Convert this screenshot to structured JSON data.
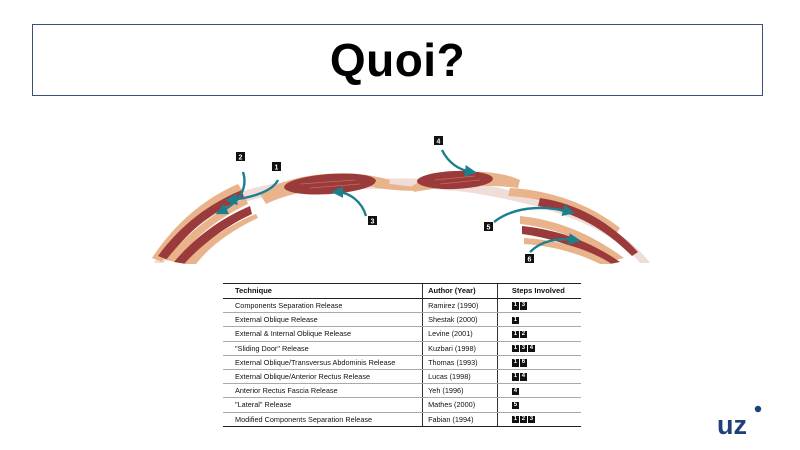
{
  "title": "Quoi?",
  "diagram": {
    "step_labels": [
      "1",
      "2",
      "3",
      "4",
      "5",
      "6"
    ],
    "colors": {
      "arrow": "#1c7f8e",
      "muscle": "#9b3a3a",
      "fascia": "#e9b48c",
      "shadow": "#f0d9d4"
    }
  },
  "table": {
    "headers": {
      "technique": "Technique",
      "author": "Author (Year)",
      "steps": "Steps Involved"
    },
    "rows": [
      {
        "technique": "Components Separation Release",
        "author": "Ramirez (1990)",
        "steps": [
          "1",
          "3"
        ]
      },
      {
        "technique": "External Oblique Release",
        "author": "Shestak (2000)",
        "steps": [
          "1"
        ]
      },
      {
        "technique": "External & Internal Oblique Release",
        "author": "Levine (2001)",
        "steps": [
          "1",
          "2"
        ]
      },
      {
        "technique": "\"Sliding Door\" Release",
        "author": "Kuzbari (1998)",
        "steps": [
          "1",
          "3",
          "4"
        ]
      },
      {
        "technique": "External Oblique/Transversus Abdominis Release",
        "author": "Thomas (1993)",
        "steps": [
          "1",
          "6"
        ]
      },
      {
        "technique": "External Oblique/Anterior Rectus Release",
        "author": "Lucas (1998)",
        "steps": [
          "1",
          "4"
        ]
      },
      {
        "technique": "Anterior Rectus Fascia Release",
        "author": "Yeh (1996)",
        "steps": [
          "4"
        ]
      },
      {
        "technique": "\"Lateral\" Release",
        "author": "Mathes (2000)",
        "steps": [
          "5"
        ]
      },
      {
        "technique": "Modified Components Separation Release",
        "author": "Fabian (1994)",
        "steps": [
          "1",
          "2",
          "3"
        ]
      }
    ]
  },
  "logo": {
    "text": "uz",
    "color": "#1d3f7a"
  }
}
